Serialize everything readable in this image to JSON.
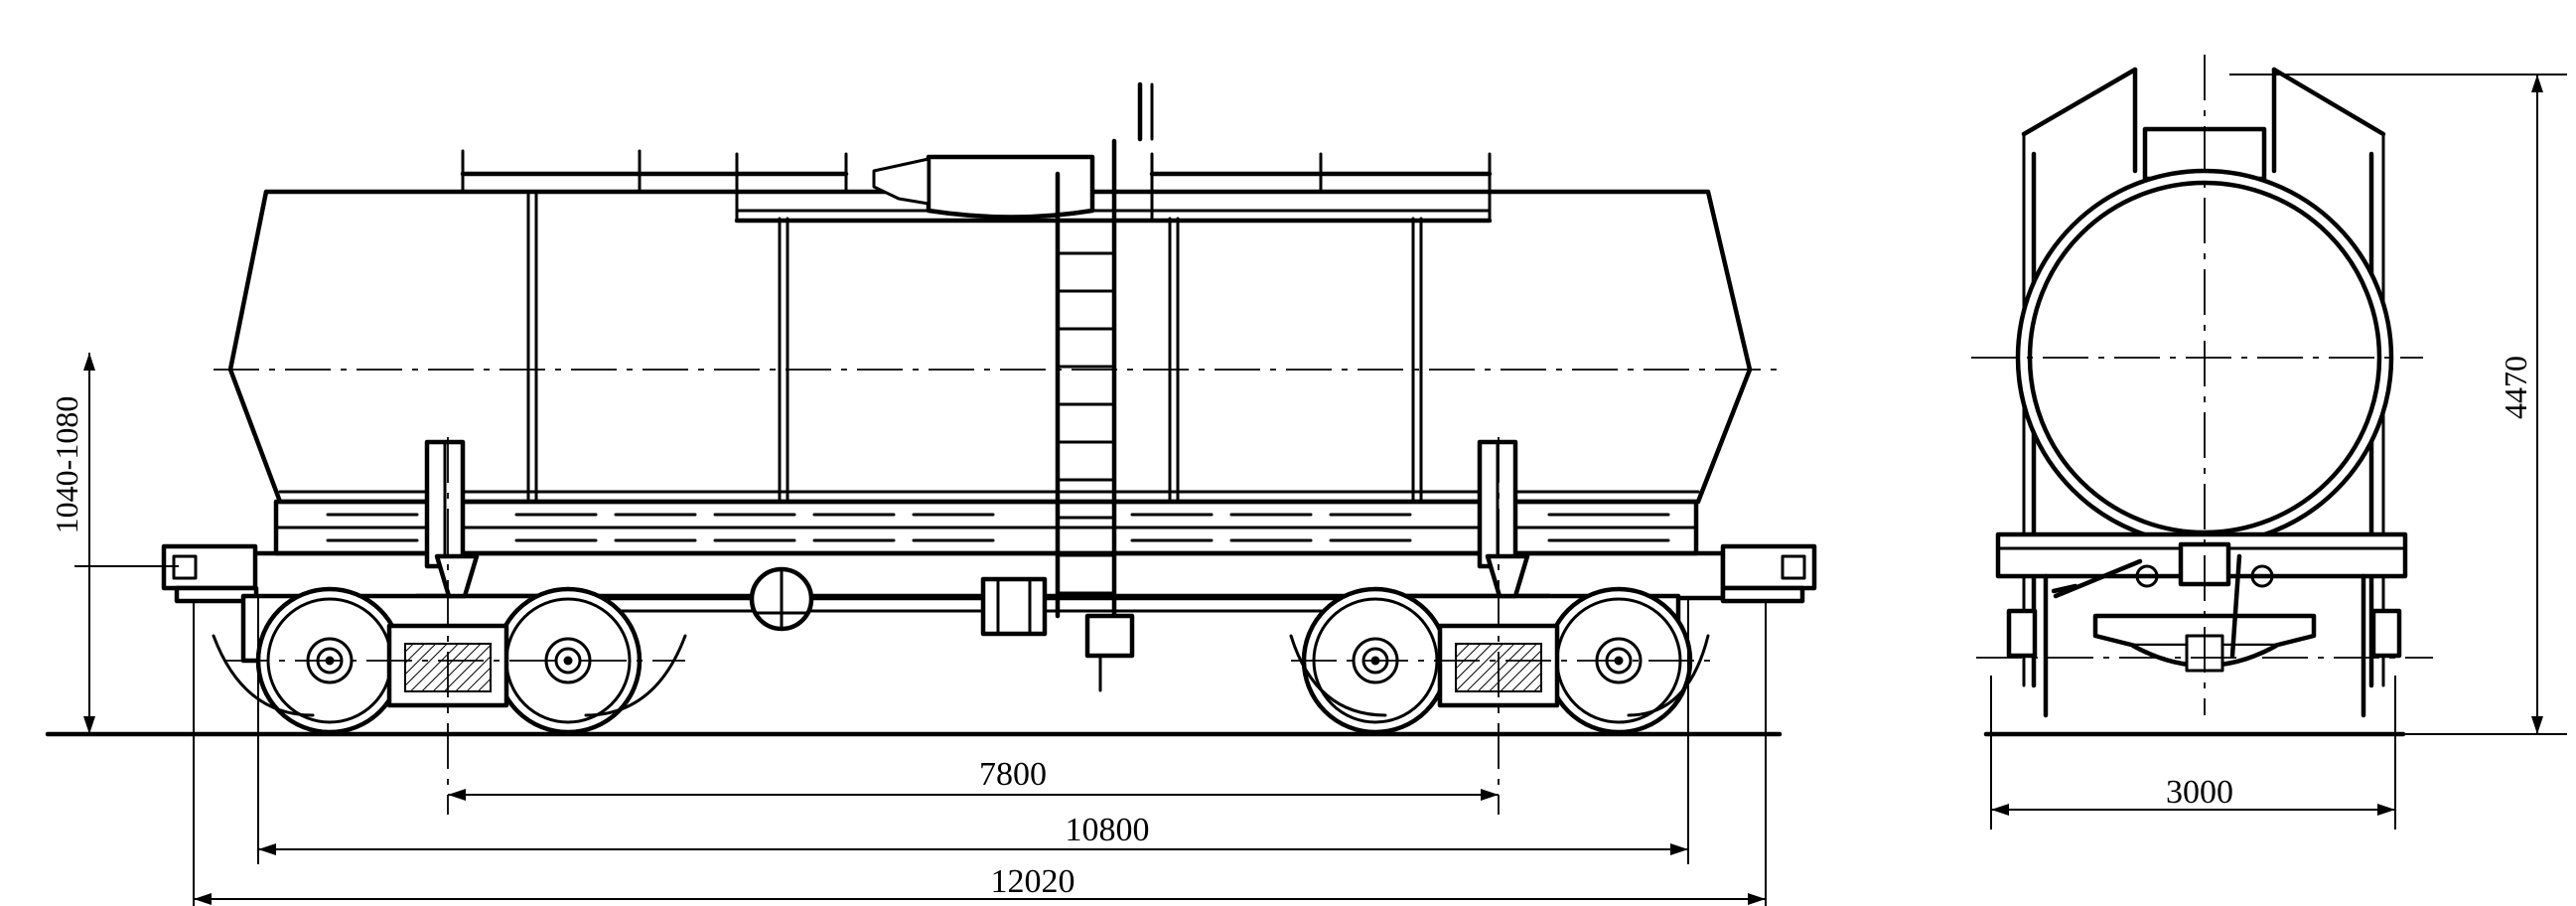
{
  "drawing": {
    "subject": "railway tank wagon",
    "views": [
      "side-view",
      "end-view"
    ]
  },
  "dimensions": {
    "bogie_centers": "7800",
    "frame_length": "10800",
    "length_over_couplers": "12020",
    "coupler_height": "1040-1080",
    "overall_width": "3000",
    "overall_height": "4470"
  }
}
